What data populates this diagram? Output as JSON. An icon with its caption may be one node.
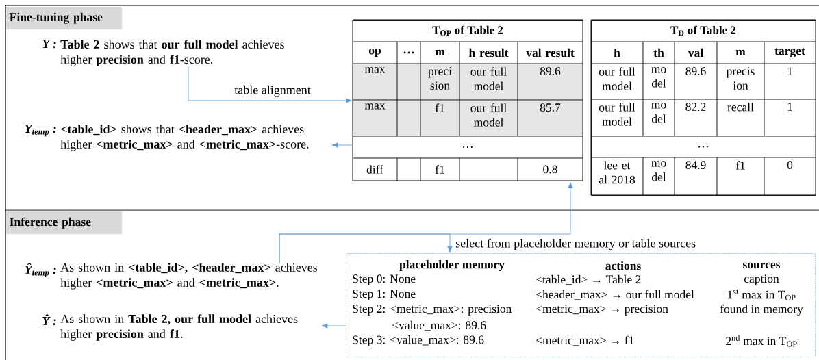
{
  "diagram": {
    "nodes": [
      {
        "text": [
          "Fine-tuning phase"
        ]
      },
      {
        "text": [
          "**Table 2** shows that **our full model** achieves higher **precision** and **f1**-score."
        ],
        "beside": [
          "Y :"
        ],
        "in": 0
      },
      {
        "text": [
          "**<table_id>** shows that **<header_max>** achieves higher **<metric_max>** and **<metric_max>**-score."
        ],
        "beside": [
          "Y$_{temp}$ :"
        ],
        "in": 0
      },
      {
        "text": [
          "T$_{OP}$ of Table 2"
        ],
        "in": 0
      },
      {
        "text": [
          "T$_{D}$ of Table 2"
        ],
        "in": 0
      },
      {
        "text": [
          "Inference phase"
        ]
      },
      {
        "text": [
          "As shown in **<table_id>, <header_max>** achieves higher **<metric_max>** and **<metric_max>**."
        ],
        "beside": [
          "Ŷ$_{temp}$ :"
        ],
        "in": 5
      },
      {
        "text": [
          "As shown in **Table 2, our full model** achieves higher **precision** and **f1**."
        ],
        "beside": [
          "Ŷ :"
        ],
        "in": 5
      },
      {
        "text": [],
        "shape": "box",
        "in": 5
      }
    ],
    "edges": [
      {
        "from": 1,
        "to": 3,
        "arrow": "to",
        "label": "table alignment"
      },
      {
        "from": 3,
        "to": 2,
        "arrow": "to"
      },
      {
        "from": 6,
        "to": 3,
        "arrow": "to"
      },
      {
        "from": 6,
        "to": 8,
        "arrow": "to",
        "label": "select from placeholder memory or table sources"
      },
      {
        "from": 8,
        "to": 7,
        "arrow": "to"
      }
    ],
    "labels": [
      "op",
      "…",
      "m",
      "h result",
      "val result",
      "max",
      "preci sion",
      "our full model",
      "89.6",
      "max",
      "f1",
      "our full model",
      "85.7",
      "…",
      "diff",
      "f1",
      "0.8",
      "h",
      "th",
      "val",
      "m",
      "target",
      "our full model",
      "mo del",
      "89.6",
      "precis ion",
      "1",
      "our full model",
      "mo del",
      "82.2",
      "recall",
      "1",
      "…",
      "lee et al 2018",
      "mo del",
      "84.9",
      "f1",
      "0",
      "placeholder memory",
      "actions",
      "sources",
      "Step 0: None",
      "<table_id> → Table 2",
      "caption",
      "Step 1: None",
      "<header_max> → our full model",
      "1$^{st}$ max in T$_{OP}$",
      "Step 2: <metric_max>: precision",
      "<metric_max> → precision",
      "found in memory",
      "<value_max>: 89.6",
      "Step 3: <value_max>: 89.6",
      "<metric_max> → f1",
      "2$^{nd}$ max in T$_{OP}$"
    ]
  }
}
